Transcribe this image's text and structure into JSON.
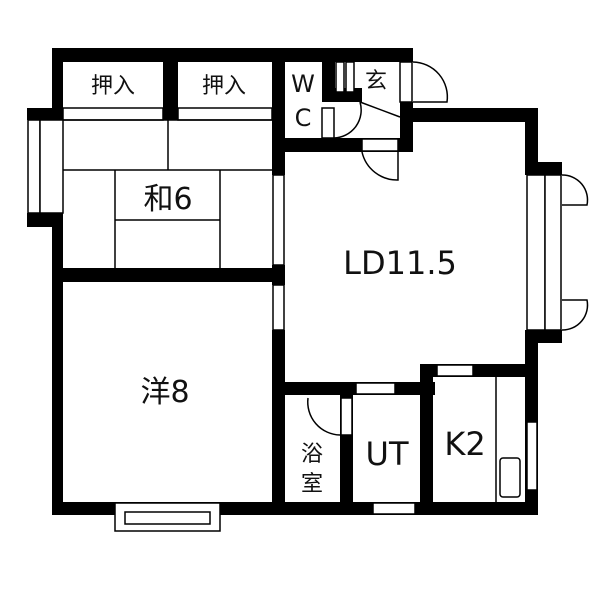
{
  "rooms": {
    "closet_left": "押入",
    "closet_right": "押入",
    "wc_w": "W",
    "wc_c": "C",
    "entrance": "玄",
    "japanese_room": "和6",
    "living_dining": "LD11.5",
    "western_room": "洋8",
    "bath_1": "浴",
    "bath_2": "室",
    "utility": "UT",
    "kitchen": "K2"
  },
  "colors": {
    "wall": "#000000",
    "background": "#ffffff"
  }
}
